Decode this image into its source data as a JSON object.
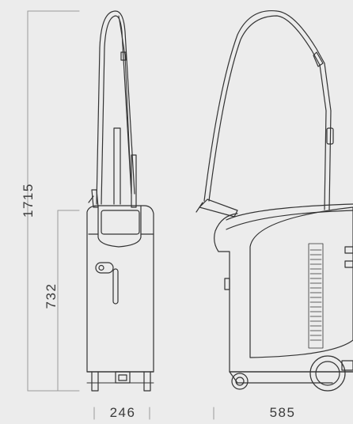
{
  "dimensions": {
    "total_height": "1715",
    "base_height": "732",
    "front_width": "246",
    "side_depth": "585"
  },
  "colors": {
    "background": "#ececec",
    "line": "#333333",
    "dim_line": "#9a9a9a"
  }
}
